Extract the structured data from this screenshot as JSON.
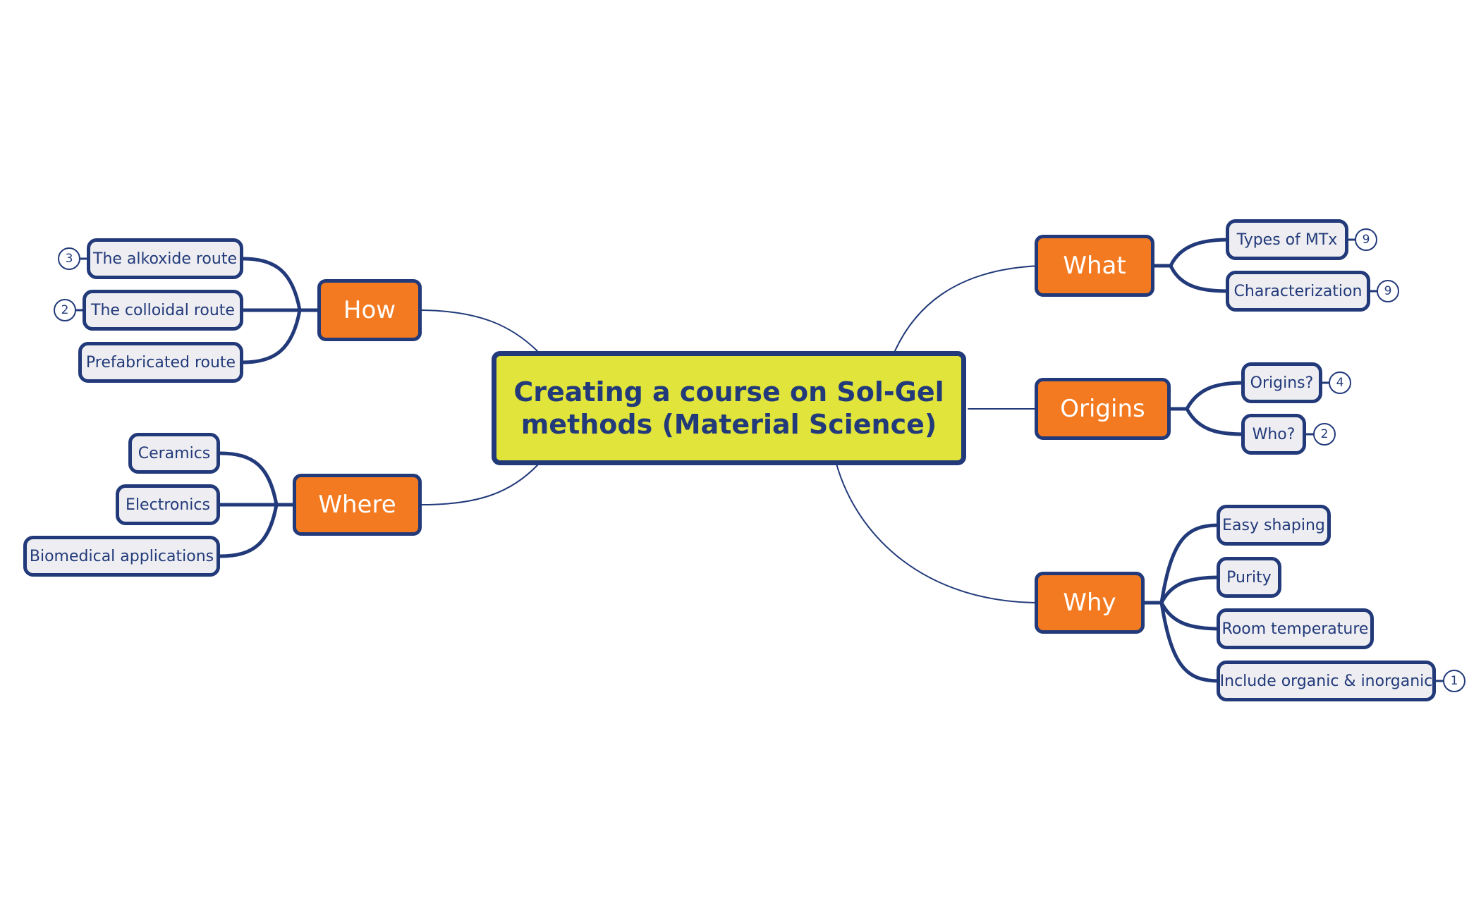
{
  "central": {
    "line1": "Creating a course on Sol-Gel",
    "line2": "methods (Material Science)"
  },
  "colors": {
    "central_fill": "#E0E43B",
    "topic_fill": "#F37A20",
    "subtopic_fill": "#EEEEF2",
    "outline": "#223A7A"
  },
  "topics": {
    "what": {
      "label": "What",
      "children": [
        {
          "label": "Types of MTx",
          "badge": "9"
        },
        {
          "label": "Characterization",
          "badge": "9"
        }
      ]
    },
    "origins": {
      "label": "Origins",
      "children": [
        {
          "label": "Origins?",
          "badge": "4"
        },
        {
          "label": "Who?",
          "badge": "2"
        }
      ]
    },
    "why": {
      "label": "Why",
      "children": [
        {
          "label": "Easy shaping"
        },
        {
          "label": "Purity"
        },
        {
          "label": "Room temperature"
        },
        {
          "label": "Include organic & inorganic",
          "badge": "1"
        }
      ]
    },
    "how": {
      "label": "How",
      "children": [
        {
          "label": "The alkoxide route",
          "badge": "3"
        },
        {
          "label": "The colloidal route",
          "badge": "2"
        },
        {
          "label": "Prefabricated route"
        }
      ]
    },
    "where": {
      "label": "Where",
      "children": [
        {
          "label": "Ceramics"
        },
        {
          "label": "Electronics"
        },
        {
          "label": "Biomedical applications"
        }
      ]
    }
  }
}
